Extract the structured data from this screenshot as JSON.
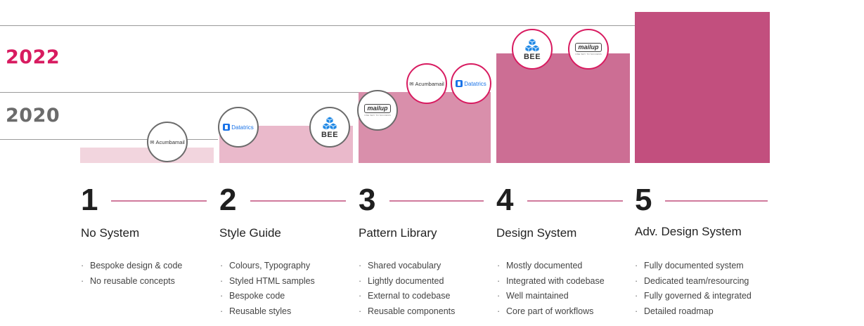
{
  "years": [
    {
      "label": "2022",
      "color": "#d81b60"
    },
    {
      "label": "2020",
      "color": "#6b6b6b"
    }
  ],
  "bar_colors": [
    "#f2d5de",
    "#eab9cb",
    "#d98fab",
    "#cc6e94",
    "#c24f7e"
  ],
  "logos": {
    "acumbamail": "Acumbamail",
    "datatrics": "Datatrics",
    "bee": "BEE",
    "mailup": "mailup",
    "mailup_sub": "ONE WAY TO SUCCESS"
  },
  "stages": [
    {
      "number": "1",
      "title": "No System",
      "bullets": [
        "Bespoke design & code",
        "No reusable concepts"
      ]
    },
    {
      "number": "2",
      "title": "Style Guide",
      "bullets": [
        "Colours, Typography",
        "Styled HTML samples",
        "Bespoke code",
        "Reusable styles"
      ]
    },
    {
      "number": "3",
      "title": "Pattern Library",
      "bullets": [
        "Shared vocabulary",
        "Lightly documented",
        "External to codebase",
        "Reusable components"
      ]
    },
    {
      "number": "4",
      "title": "Design System",
      "bullets": [
        "Mostly documented",
        "Integrated with codebase",
        "Well maintained",
        "Core part of workflows"
      ]
    },
    {
      "number": "5",
      "title": "Adv. Design System",
      "bullets": [
        "Fully documented system",
        "Dedicated team/resourcing",
        "Fully governed & integrated",
        "Detailed roadmap"
      ]
    }
  ]
}
